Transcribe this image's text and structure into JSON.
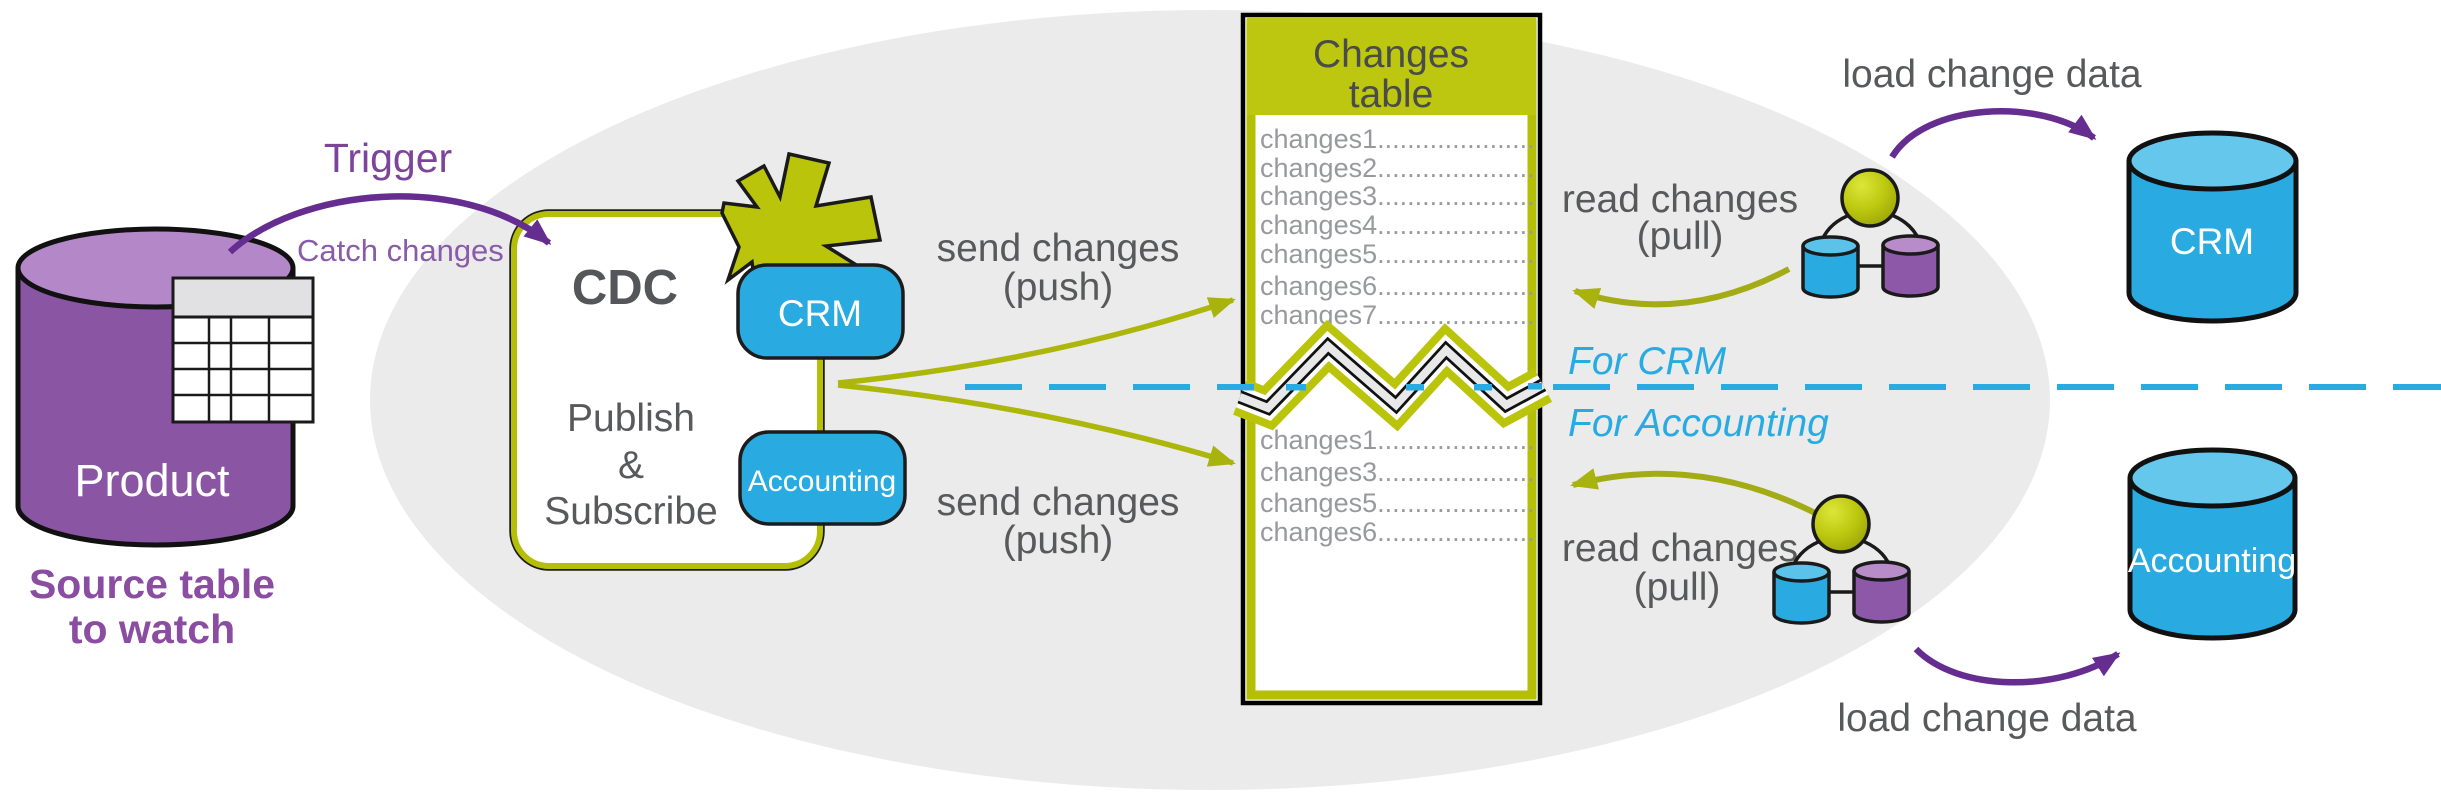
{
  "colors": {
    "olive": "#B5BF08",
    "blue": "#29ABE2",
    "purple_arrow": "#662D91",
    "purple_text": "#7D4599",
    "purple_caption": "#8A4DA1",
    "purple_cylinder": "#8A55A3",
    "gray_text": "#58595B",
    "background_ellipse": "#EBEBEC"
  },
  "source_db": {
    "label": "Product",
    "caption": [
      "Source table",
      "to watch"
    ]
  },
  "trigger": {
    "label": "Trigger",
    "sublabel": "Catch changes"
  },
  "cdc_box": {
    "title": "CDC",
    "lines": [
      "Publish",
      "&",
      "Subscribe"
    ],
    "subscribers": [
      "CRM",
      "Accounting"
    ]
  },
  "send_push": {
    "line1": "send changes",
    "line2": "(push)"
  },
  "read_pull": {
    "line1": "read changes",
    "line2": "(pull)"
  },
  "load_label": "load change data",
  "changes_table": {
    "title": [
      "Changes",
      "table"
    ],
    "upper_rows": [
      "changes1.....................",
      "changes2.....................",
      "changes3.....................",
      "changes4.....................",
      "changes5.....................",
      "changes6.....................",
      "changes7....................."
    ],
    "lower_rows": [
      "changes1.....................",
      "changes3.....................",
      "changes5.....................",
      "changes6....................."
    ]
  },
  "partition_labels": {
    "crm": "For CRM",
    "accounting": "For Accounting"
  },
  "target_dbs": {
    "crm": "CRM",
    "accounting": "Accounting"
  }
}
